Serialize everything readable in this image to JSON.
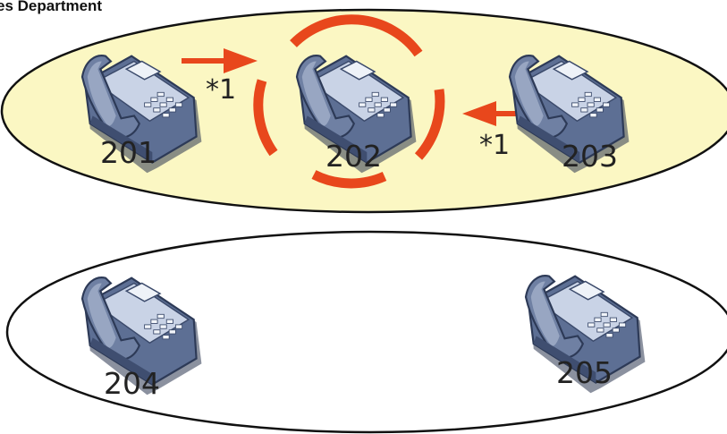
{
  "group_title": "es Department",
  "colors": {
    "group_fill": "#fbf7c3",
    "outline": "#111111",
    "ringing": "#e8471c",
    "phone_body": "#5d6f94",
    "phone_light": "#e9eef6"
  },
  "groups": [
    {
      "id": "sales",
      "highlighted": true,
      "extensions": [
        "201",
        "202",
        "203"
      ]
    },
    {
      "id": "other",
      "highlighted": false,
      "extensions": [
        "204",
        "205"
      ]
    }
  ],
  "phones": [
    {
      "ext": "201",
      "icon": "desk-phone-icon"
    },
    {
      "ext": "202",
      "icon": "desk-phone-icon",
      "ringing": true
    },
    {
      "ext": "203",
      "icon": "desk-phone-icon"
    },
    {
      "ext": "204",
      "icon": "desk-phone-icon"
    },
    {
      "ext": "205",
      "icon": "desk-phone-icon"
    }
  ],
  "pickups": [
    {
      "from": "201",
      "to": "202",
      "code": "*1"
    },
    {
      "from": "203",
      "to": "202",
      "code": "*1"
    }
  ]
}
